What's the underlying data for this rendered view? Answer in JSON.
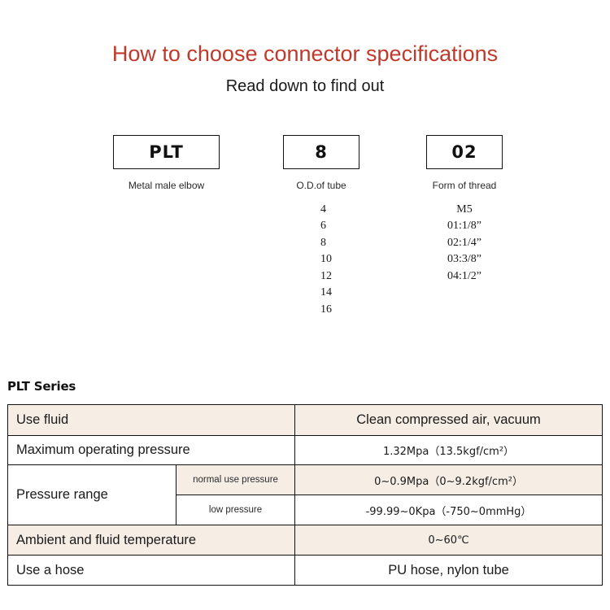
{
  "header": {
    "title": "How to choose connector specifications",
    "subtitle": "Read down to find out"
  },
  "colors": {
    "title_red": "#BE3A2B",
    "row_beige": "#F6EEE5",
    "border_black": "#111111",
    "text_dark": "#1a1a1a"
  },
  "code_breakdown": {
    "segments": [
      {
        "code": "PLT",
        "caption": "Metal male elbow",
        "options": []
      },
      {
        "code": "8",
        "caption": "O.D.of tube",
        "options": [
          "4",
          "6",
          "8",
          "10",
          "12",
          "14",
          "16"
        ]
      },
      {
        "code": "02",
        "caption": "Form of thread",
        "options": [
          "M5",
          "01:1/8”",
          "02:1/4”",
          "03:3/8”",
          "04:1/2”"
        ]
      }
    ]
  },
  "spec_section": {
    "heading": "PLT Series",
    "rows": [
      {
        "label": "Use fluid",
        "sub_label": null,
        "value": "Clean compressed air, vacuum",
        "value_size": "large",
        "shaded": true
      },
      {
        "label": "Maximum operating pressure",
        "sub_label": null,
        "value": "1.32Mpa（13.5kgf/cm²）",
        "value_size": "small",
        "shaded": false
      },
      {
        "label": "Pressure range",
        "sub_label": "normal use pressure",
        "value": "0~0.9Mpa（0~9.2kgf/cm²）",
        "value_size": "small",
        "shaded": true
      },
      {
        "label": null,
        "sub_label": "low pressure",
        "value": "-99.99~0Kpa（-750~0mmHg）",
        "value_size": "small",
        "shaded": false
      },
      {
        "label": "Ambient and fluid temperature",
        "sub_label": null,
        "value": "0~60℃",
        "value_size": "small",
        "shaded": true
      },
      {
        "label": "Use a hose",
        "sub_label": null,
        "value": "PU hose, nylon tube",
        "value_size": "large",
        "shaded": false
      }
    ]
  }
}
